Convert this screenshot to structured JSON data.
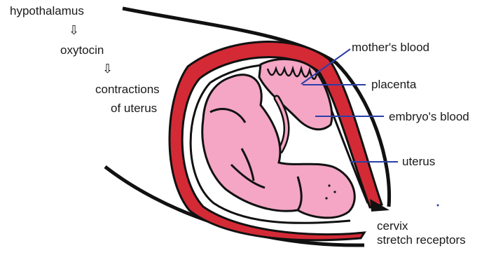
{
  "flow": {
    "step1": "hypothalamus",
    "step2": "oxytocin",
    "step3_line1": "contractions",
    "step3_line2": "of uterus",
    "arrow_icon": "down-arrow-icon"
  },
  "labels": {
    "mothers_blood": "mother's blood",
    "placenta": "placenta",
    "embryos_blood": "embryo's blood",
    "uterus": "uterus",
    "cervix": "cervix",
    "stretch_receptors": "stretch receptors"
  },
  "colors": {
    "uterus_wall": "#d42a36",
    "embryo_fill": "#f4a6c4",
    "outline": "#111111",
    "pointer_line": "#2b3fa8"
  }
}
